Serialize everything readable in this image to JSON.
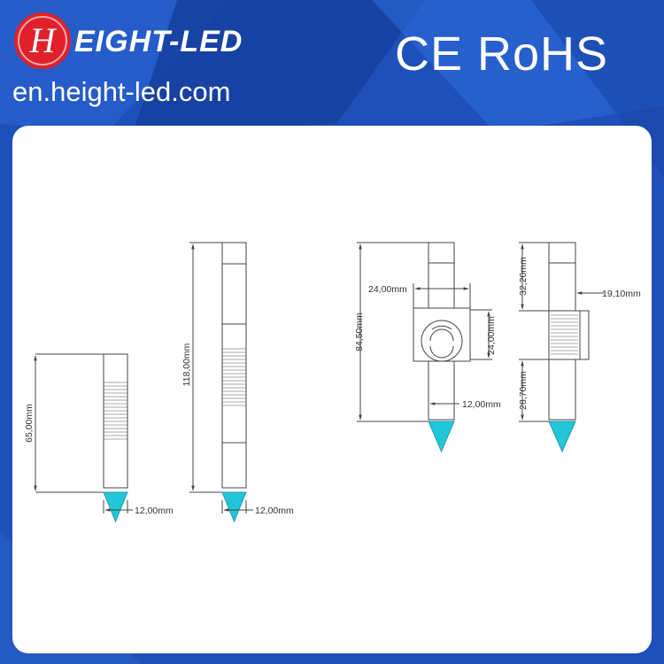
{
  "header": {
    "logo_letter": "H",
    "brand_name": "EIGHT-LED",
    "website": "en.height-led.com",
    "certifications": "CE RoHS"
  },
  "colors": {
    "background": "#1f4fb8",
    "logo_red": "#e0202a",
    "led_tip": "#22c6d8",
    "line": "#444444"
  },
  "diagram": {
    "views": [
      {
        "dims": [
          "65,00mm",
          "12,00mm"
        ]
      },
      {
        "dims": [
          "118,00mm",
          "12,00mm"
        ]
      },
      {
        "dims": [
          "84,50mm",
          "24,00mm",
          "24,00mm",
          "12,00mm"
        ]
      },
      {
        "dims": [
          "32,20mm",
          "19,10mm",
          "28,70mm"
        ]
      }
    ]
  }
}
